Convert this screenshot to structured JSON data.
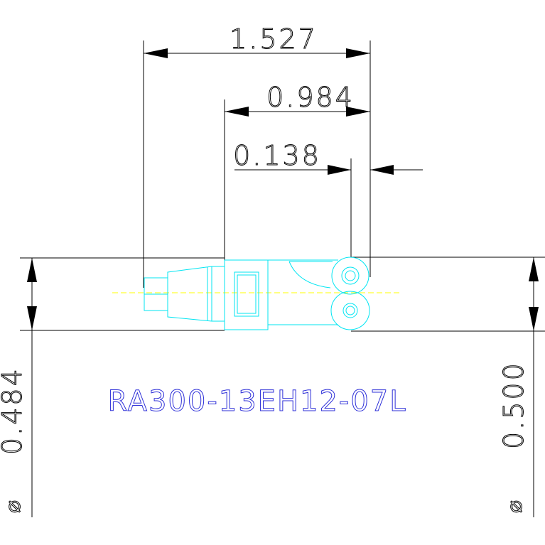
{
  "part_number": "RA300-13EH12-07L",
  "dimensions": {
    "overall_length": "1.527",
    "body_to_tip": "0.984",
    "tip_offset": "0.138",
    "left_diameter": "0.484",
    "right_diameter": "0.500"
  },
  "diameter_symbol": "⌀",
  "colors": {
    "background": "#ffffff",
    "dimension": "#000000",
    "geometry": "#00e5f2",
    "centerline": "#ffff00",
    "label": "#2d2fd8"
  }
}
